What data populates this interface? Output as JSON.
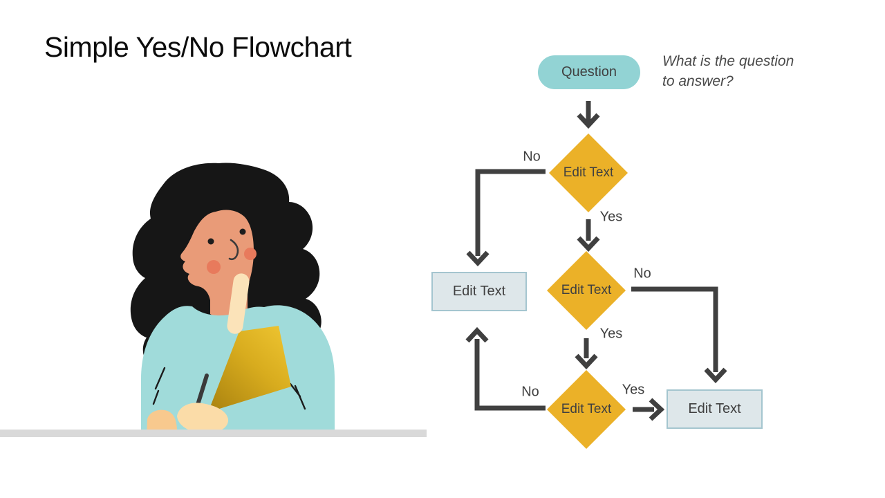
{
  "slide": {
    "title": "Simple Yes/No Flowchart",
    "annotation": {
      "line1": "What is the question",
      "line2": "to answer?"
    }
  },
  "flowchart": {
    "start_label": "Question",
    "decision1_label": "Edit Text",
    "decision2_label": "Edit Text",
    "decision3_label": "Edit Text",
    "result_left_label": "Edit Text",
    "result_right_label": "Edit Text",
    "yes_label": "Yes",
    "no_label": "No"
  },
  "colors": {
    "start_fill": "#92D3D4",
    "decision_fill": "#EBB128",
    "result_fill": "#DEE7EA",
    "result_border": "#A4C5CF",
    "connector": "#404040",
    "label_text": "#404040",
    "title_text": "#0B0B0B",
    "table_bar": "#D9D9D9",
    "hair": "#161616",
    "skin": "#E99B78",
    "blush": "#E87A5C",
    "sweater": "#A0DBDA",
    "notebook_gold": "#EEC52F"
  },
  "illustration": {
    "name": "thinking-woman-with-notebook"
  }
}
